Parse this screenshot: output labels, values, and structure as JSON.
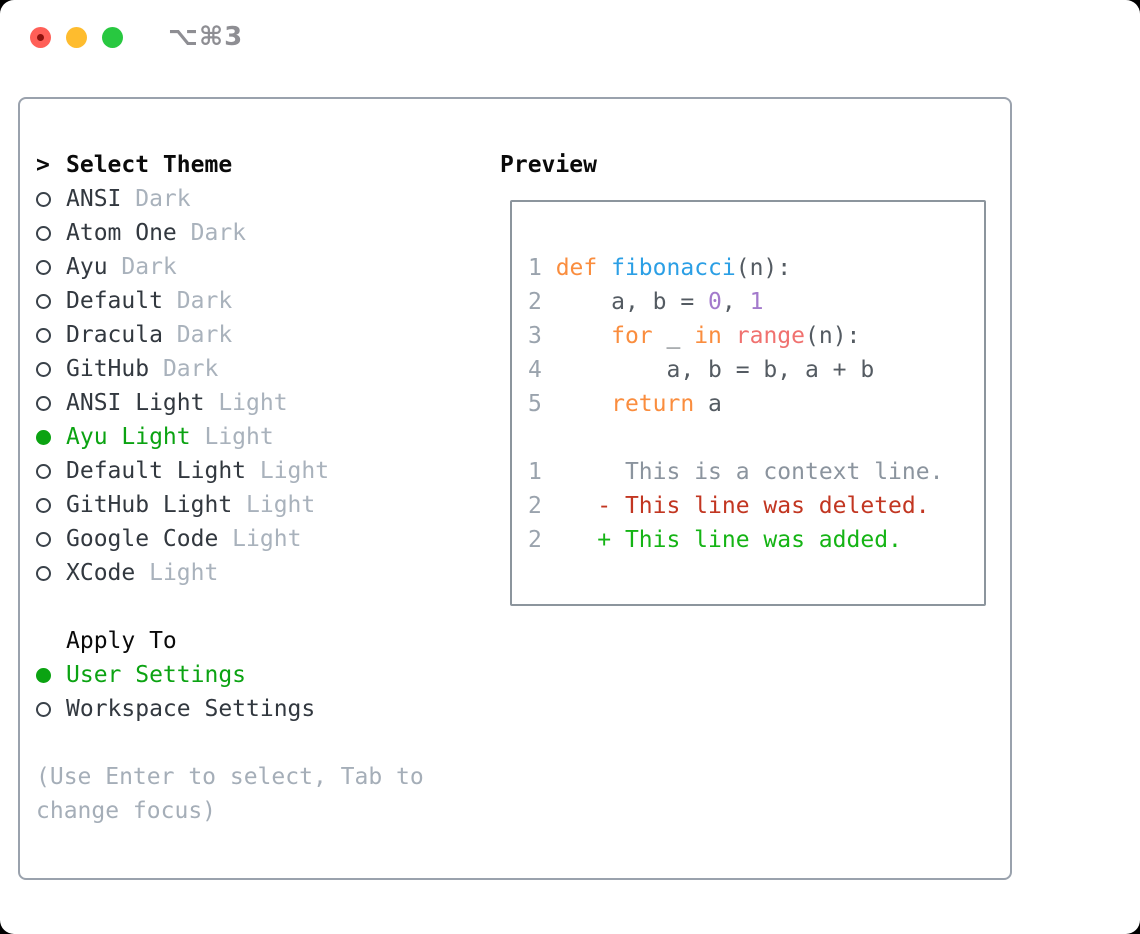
{
  "window": {
    "title": "⌥⌘3",
    "controls": [
      {
        "name": "close",
        "has_unsaved_dot": true
      },
      {
        "name": "minimize",
        "has_unsaved_dot": false
      },
      {
        "name": "zoom",
        "has_unsaved_dot": false
      }
    ]
  },
  "theme_picker": {
    "header_marker": ">",
    "header": "Select Theme",
    "themes": [
      {
        "name": "ANSI",
        "variant": "Dark",
        "selected": false
      },
      {
        "name": "Atom One",
        "variant": "Dark",
        "selected": false
      },
      {
        "name": "Ayu",
        "variant": "Dark",
        "selected": false
      },
      {
        "name": "Default",
        "variant": "Dark",
        "selected": false
      },
      {
        "name": "Dracula",
        "variant": "Dark",
        "selected": false
      },
      {
        "name": "GitHub",
        "variant": "Dark",
        "selected": false
      },
      {
        "name": "ANSI Light",
        "variant": "Light",
        "selected": false
      },
      {
        "name": "Ayu Light",
        "variant": "Light",
        "selected": true
      },
      {
        "name": "Default Light",
        "variant": "Light",
        "selected": false
      },
      {
        "name": "GitHub Light",
        "variant": "Light",
        "selected": false
      },
      {
        "name": "Google Code",
        "variant": "Light",
        "selected": false
      },
      {
        "name": "XCode",
        "variant": "Light",
        "selected": false
      }
    ],
    "apply_to": {
      "header": "Apply To",
      "options": [
        {
          "label": "User Settings",
          "selected": true
        },
        {
          "label": "Workspace Settings",
          "selected": false
        }
      ]
    },
    "help_lines": [
      "(Use Enter to select, Tab to",
      "change focus)"
    ]
  },
  "preview": {
    "header": "Preview",
    "lines": [
      [
        [
          "1 ",
          "ln"
        ],
        [
          "def",
          "kw"
        ],
        [
          " ",
          "fg"
        ],
        [
          "fibonacci",
          "fn"
        ],
        [
          "(n):",
          "fg"
        ]
      ],
      [
        [
          "2 ",
          "ln"
        ],
        [
          "    a, b = ",
          "fg"
        ],
        [
          "0",
          "num"
        ],
        [
          ", ",
          "fg"
        ],
        [
          "1",
          "num"
        ]
      ],
      [
        [
          "3 ",
          "ln"
        ],
        [
          "    ",
          "fg"
        ],
        [
          "for",
          "kw"
        ],
        [
          " _ ",
          "fg"
        ],
        [
          "in",
          "kw"
        ],
        [
          " ",
          "fg"
        ],
        [
          "range",
          "bi"
        ],
        [
          "(n):",
          "fg"
        ]
      ],
      [
        [
          "4 ",
          "ln"
        ],
        [
          "        a, b = b, a + b",
          "fg"
        ]
      ],
      [
        [
          "5 ",
          "ln"
        ],
        [
          "    ",
          "fg"
        ],
        [
          "return",
          "kw"
        ],
        [
          " a",
          "fg"
        ]
      ],
      [],
      [
        [
          "1",
          "ln"
        ],
        [
          "      ",
          "fg"
        ],
        [
          "This is a context line.",
          "ctx"
        ]
      ],
      [
        [
          "2",
          "ln"
        ],
        [
          "    ",
          "fg"
        ],
        [
          "- This line was deleted.",
          "del"
        ]
      ],
      [
        [
          "2",
          "ln"
        ],
        [
          "    ",
          "fg"
        ],
        [
          "+ This line was added.",
          "add"
        ]
      ]
    ]
  },
  "colors": {
    "header": "#0a0a0a",
    "label": "#32383f",
    "variant": "#a9b2bc",
    "help": "#a5aeb8",
    "green": "#0ba312",
    "radio": "#3a424a",
    "border": "#9aa2ad",
    "boxborder": "#8c959d",
    "title": "#8e8e93",
    "lightred": "#ff5f57",
    "lightreddot": "#8e130e",
    "lightyellow": "#febc2e",
    "lightgreen": "#28c840",
    "ln": "#9aa3ad",
    "kw": "#fa8d3e",
    "fn": "#2b9fe5",
    "num": "#a37acc",
    "bi": "#f0716f",
    "fg": "#545b62",
    "ctx": "#8b949e",
    "del": "#c23621",
    "add": "#15b415"
  }
}
